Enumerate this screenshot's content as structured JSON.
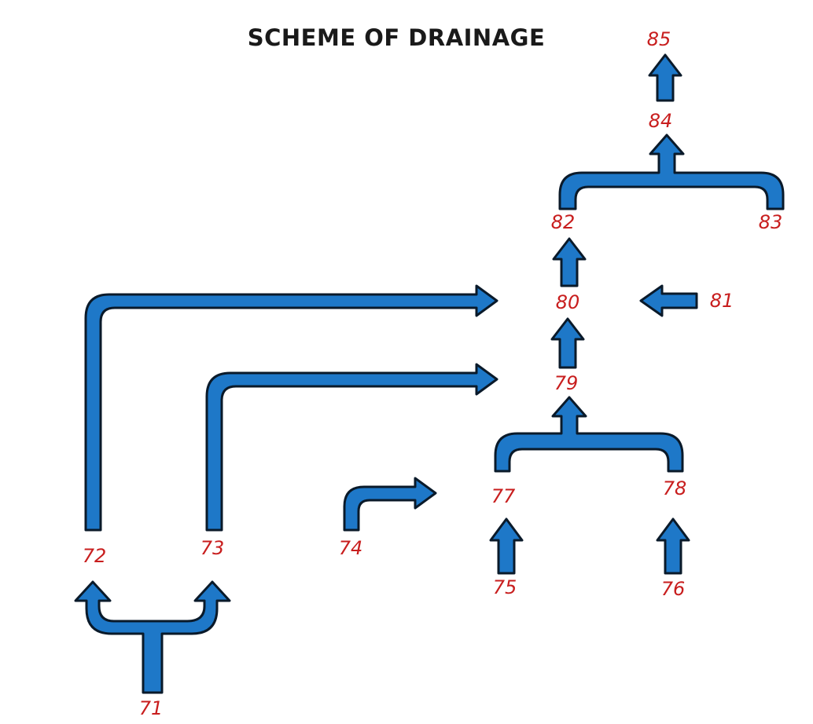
{
  "title": "SCHEME OF DRAINAGE",
  "colors": {
    "arrow_fill": "#1e78c8",
    "arrow_stroke": "#0a1a2a",
    "label_color": "#c81e1e",
    "title_color": "#1a1a1a"
  },
  "nodes": {
    "n71": "71",
    "n72": "72",
    "n73": "73",
    "n74": "74",
    "n75": "75",
    "n76": "76",
    "n77": "77",
    "n78": "78",
    "n79": "79",
    "n80": "80",
    "n81": "81",
    "n82": "82",
    "n83": "83",
    "n84": "84",
    "n85": "85"
  },
  "flows": [
    {
      "from": "71",
      "to": [
        "72",
        "73"
      ]
    },
    {
      "from": "72",
      "to": [
        "80"
      ]
    },
    {
      "from": "73",
      "to": [
        "79"
      ]
    },
    {
      "from": "74",
      "to": [
        "77"
      ]
    },
    {
      "from": "75",
      "to": [
        "77"
      ]
    },
    {
      "from": "76",
      "to": [
        "78"
      ]
    },
    {
      "from": "77",
      "to": [
        "79"
      ]
    },
    {
      "from": "78",
      "to": [
        "79"
      ]
    },
    {
      "from": "79",
      "to": [
        "80"
      ]
    },
    {
      "from": "81",
      "to": [
        "80"
      ]
    },
    {
      "from": "80",
      "to": [
        "82"
      ]
    },
    {
      "from": "82",
      "to": [
        "84"
      ]
    },
    {
      "from": "83",
      "to": [
        "84"
      ]
    },
    {
      "from": "84",
      "to": [
        "85"
      ]
    }
  ]
}
